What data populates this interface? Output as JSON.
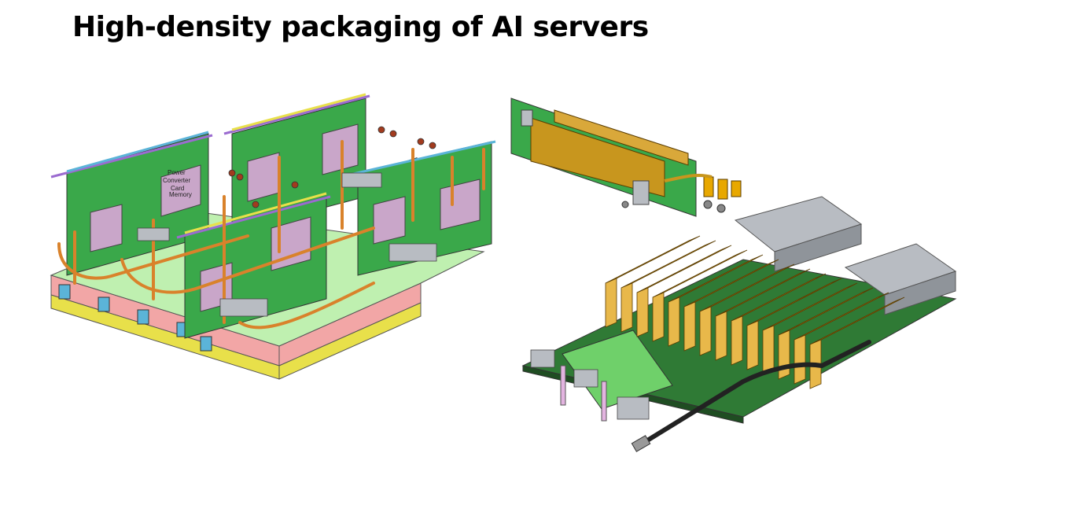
{
  "title": "High-density packaging of AI servers",
  "left_render": {
    "card_labels": [
      "Power",
      "Converter",
      "Card",
      "Memory"
    ]
  },
  "colors": {
    "pcb": "#3aa84a",
    "copper_pipe": "#d9822b",
    "cold_plate": "#c8961e",
    "chassis_pink": "#f2a6a6",
    "chassis_yellow": "#e8e04a",
    "memory_pink": "#c9a6c9",
    "heatsink_gray": "#b8bcc2",
    "rail_blue": "#5bb4d8",
    "light_green": "#bff0b0"
  }
}
